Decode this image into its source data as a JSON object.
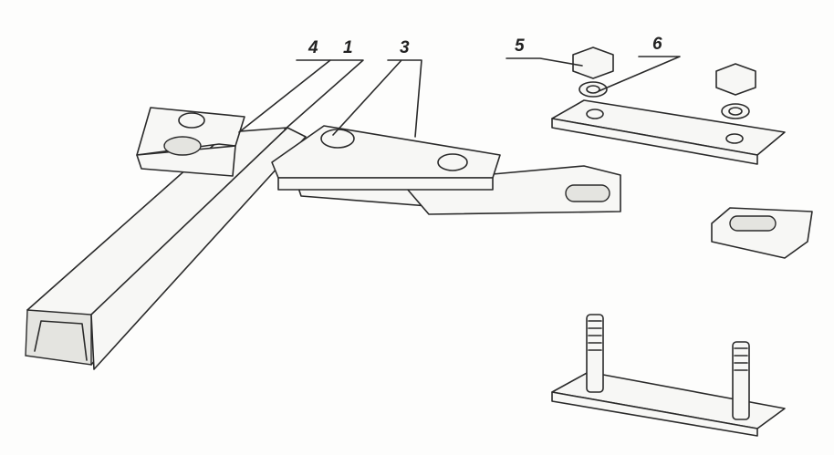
{
  "labels": {
    "frame_member": "1",
    "bracket": "3",
    "clamp_plate": "4",
    "nut": "5",
    "washer": "6"
  }
}
